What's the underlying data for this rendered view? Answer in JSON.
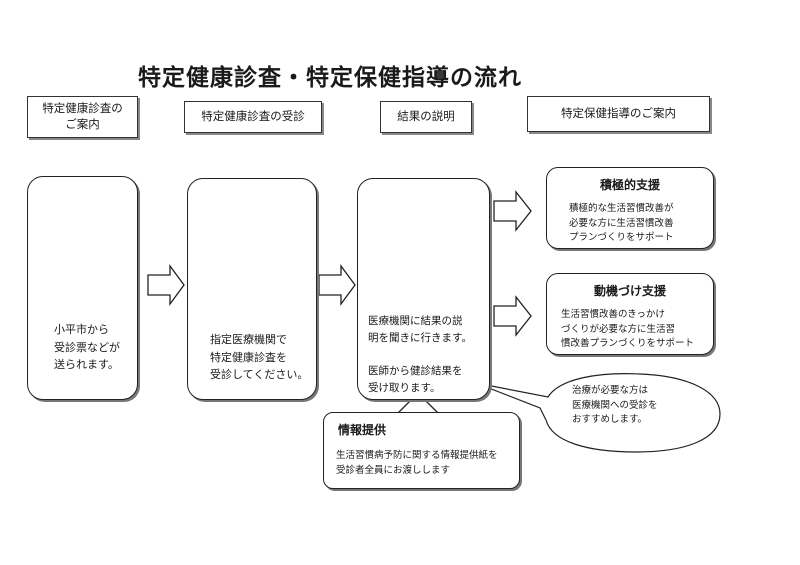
{
  "title": "特定健康診査・特定保健指導の流れ",
  "headers": [
    "特定健康診査の\nご案内",
    "特定健康診査の受診",
    "結果の説明",
    "特定保健指導のご案内"
  ],
  "steps": {
    "notice": "小平市から\n受診票などが\n送られます。",
    "checkup": "指定医療機関で\n特定健康診査を\n受診してください。",
    "results": "医療機関に結果の説\n明を聞きに行きます。\n\n医師から健診結果を\n受け取ります。"
  },
  "support": {
    "active": {
      "title": "積極的支援",
      "text": "積極的な生活習慣改善が\n必要な方に生活習慣改善\nプランづくりをサポート"
    },
    "motivation": {
      "title": "動機づけ支援",
      "text": "生活習慣改善のきっかけ\nづくりが必要な方に生活習\n慣改善プランづくりをサポート"
    }
  },
  "info": {
    "title": "情報提供",
    "text": "生活習慣病予防に関する情報提供紙を\n受診者全員にお渡しします"
  },
  "callout": "治療が必要な方は\n医療機関への受診を\nおすすめします。"
}
